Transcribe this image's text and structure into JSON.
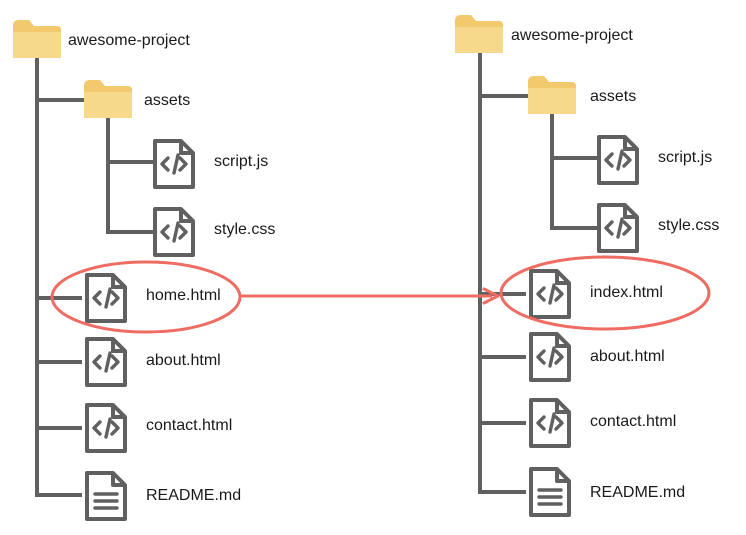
{
  "colors": {
    "line": "#606060",
    "folder": "#f7d98b",
    "icon_border": "#606060",
    "highlight": "#ee6c62"
  },
  "left_tree": {
    "root": "awesome-project",
    "folder": "assets",
    "assets_children": [
      "script.js",
      "style.css"
    ],
    "files": [
      "home.html",
      "about.html",
      "contact.html",
      "README.md"
    ]
  },
  "right_tree": {
    "root": "awesome-project",
    "folder": "assets",
    "assets_children": [
      "script.js",
      "style.css"
    ],
    "files": [
      "index.html",
      "about.html",
      "contact.html",
      "README.md"
    ]
  },
  "icons": {
    "folder": "folder-icon",
    "code_file": "code-file-icon",
    "text_file": "text-file-icon"
  },
  "rename": {
    "from": "home.html",
    "to": "index.html"
  }
}
